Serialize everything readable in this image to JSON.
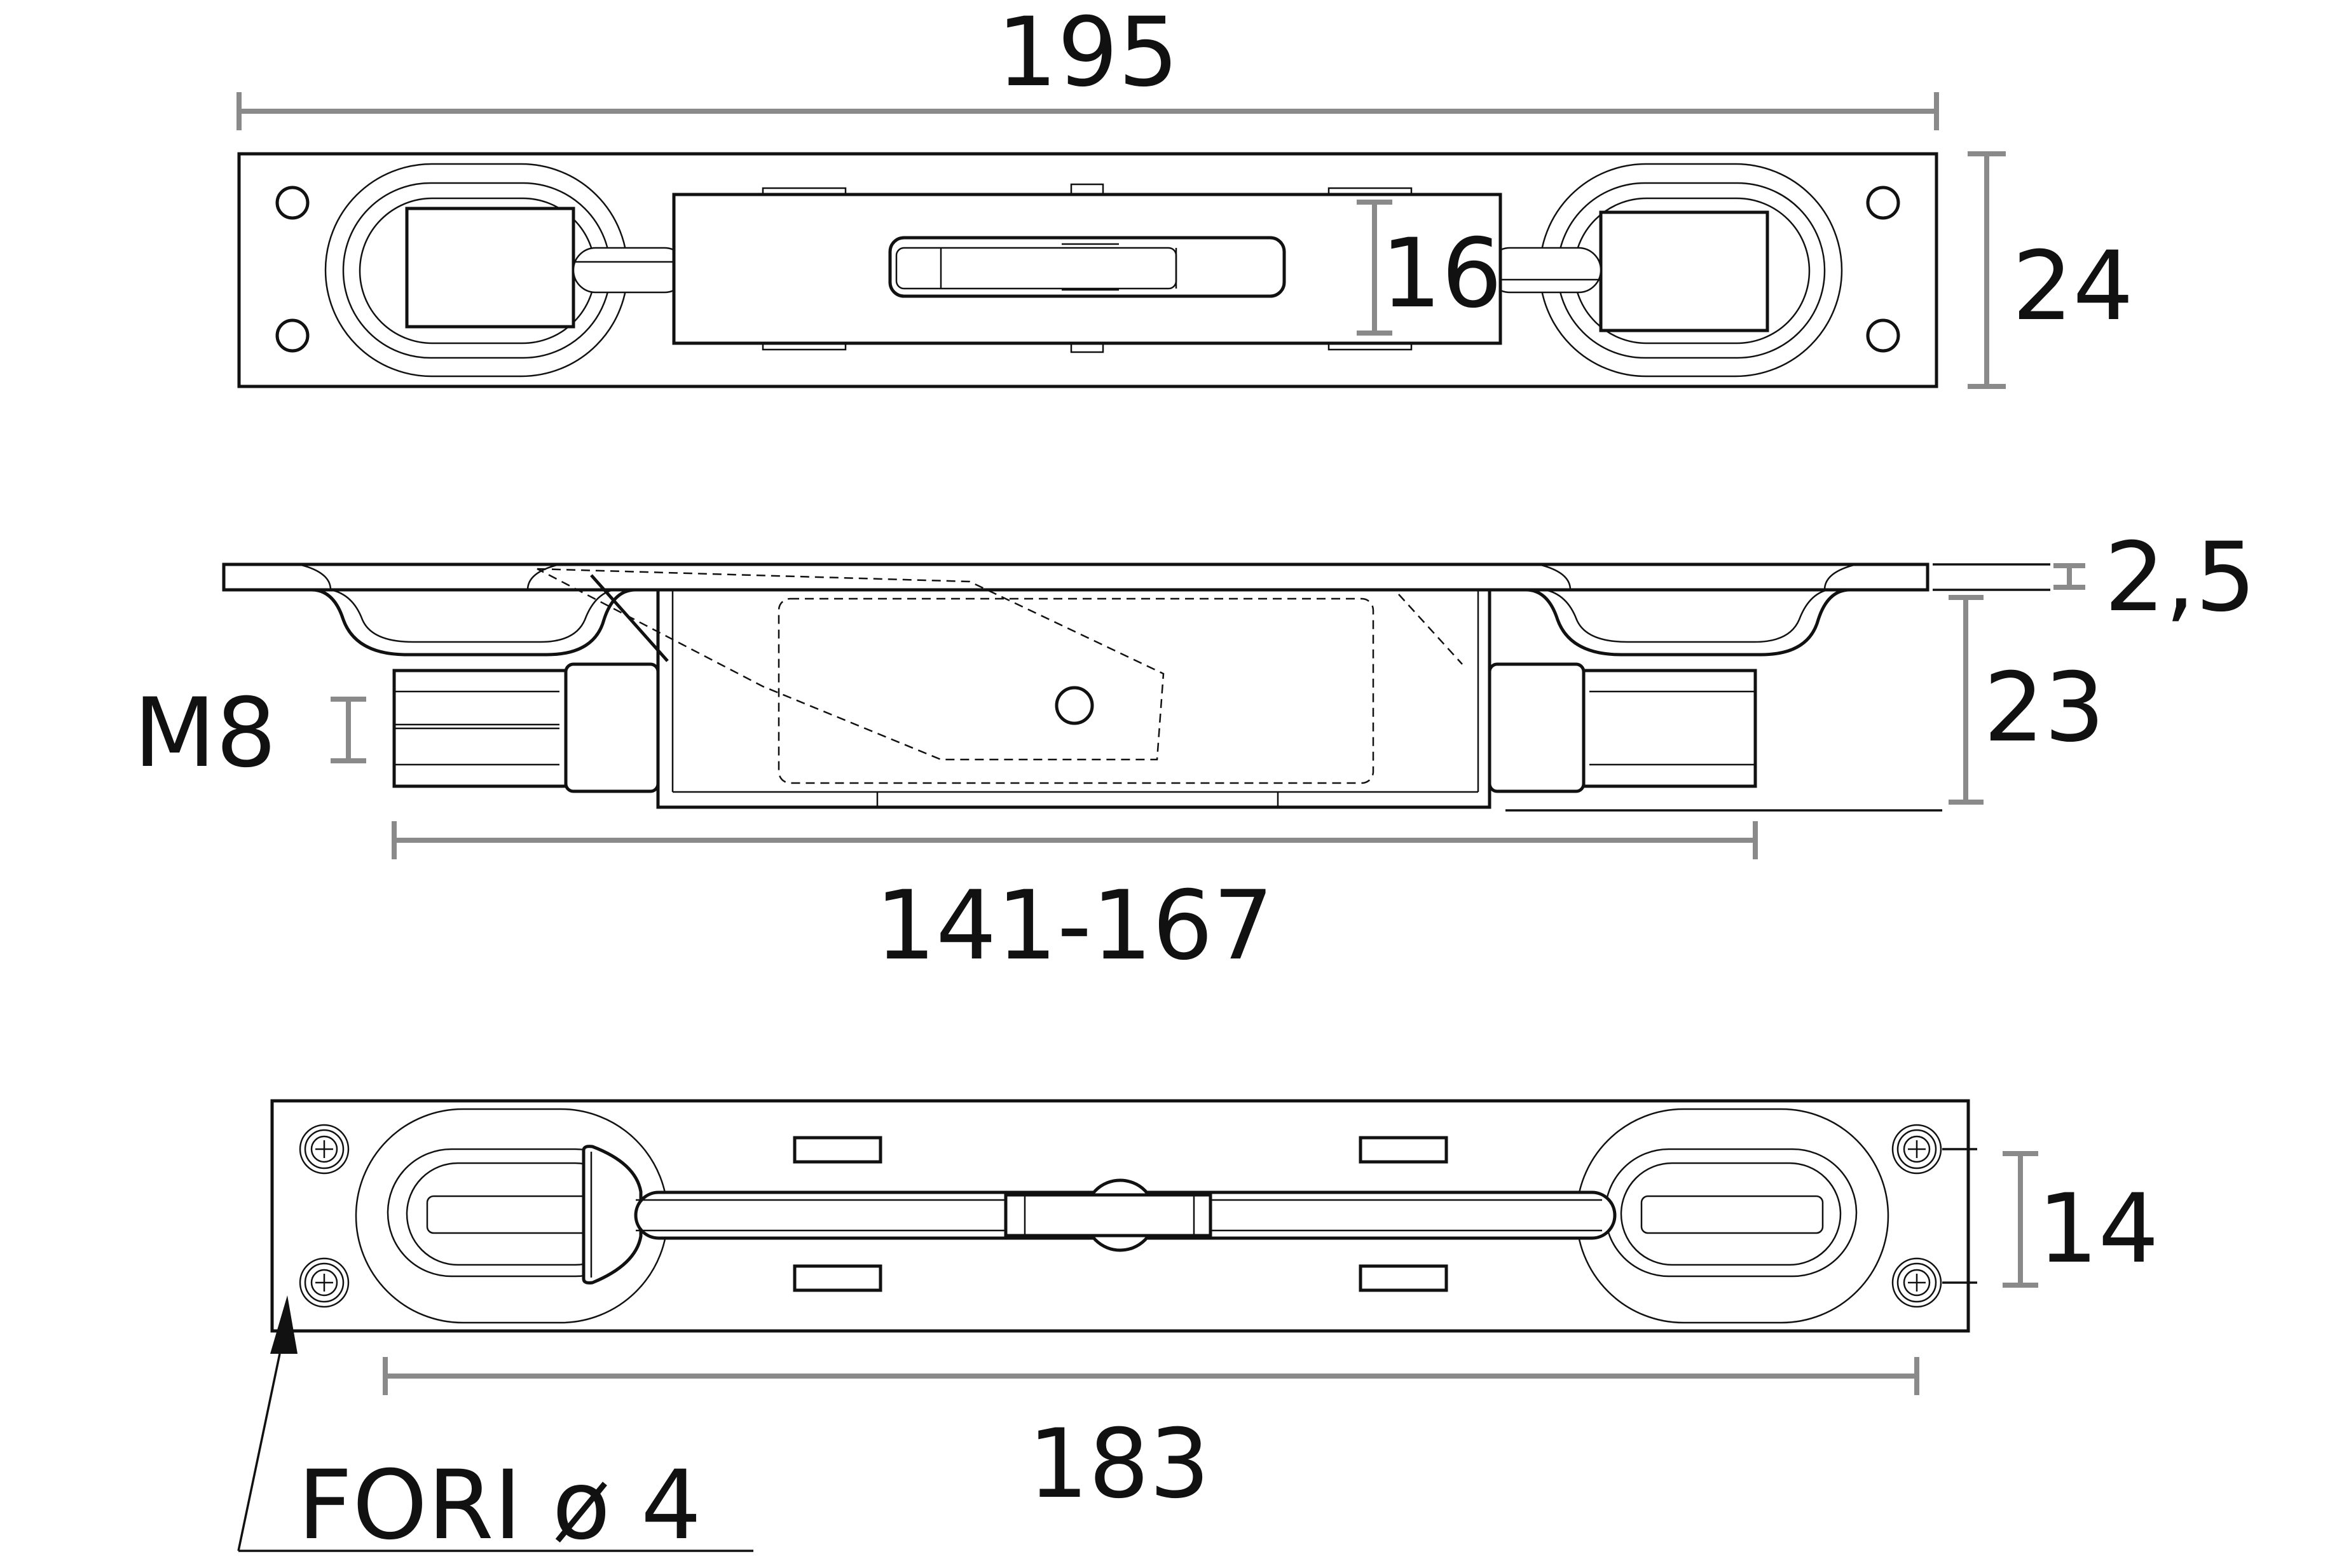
{
  "colors": {
    "line": "#111111",
    "dimension_line": "#8a8a8a",
    "background": "#ffffff"
  },
  "dimensions": {
    "top_length": "195",
    "top_height": "24",
    "top_bolt_width": "16",
    "side_plate_thickness": "2,5",
    "side_height": "23",
    "side_thread": "M8",
    "side_stroke": "141-167",
    "bottom_length": "183",
    "bottom_hole_spacing": "14",
    "bottom_holes_note": "FORI ø 4"
  }
}
